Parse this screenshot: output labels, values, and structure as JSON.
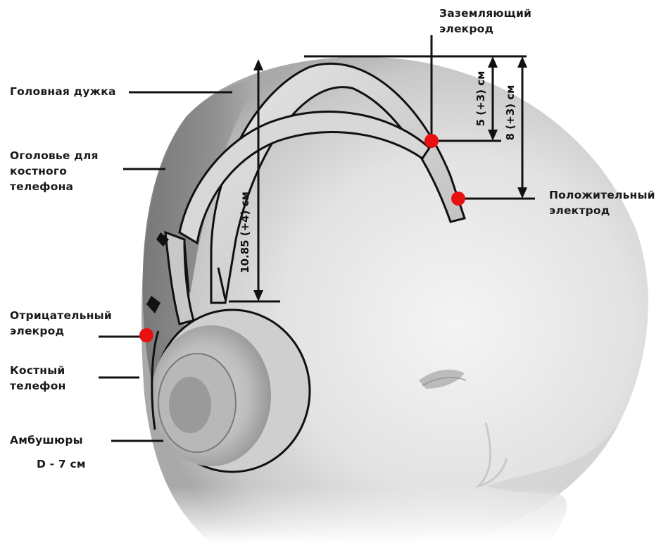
{
  "labels": {
    "headband": "Головная дужка",
    "bone_headset": "Оголовье для\nкостного\nтелефона",
    "negative_electrode": "Отрицательный\nэлекрод",
    "bone_phone": "Костный\nтелефон",
    "ear_cushions": "Амбушюры",
    "diameter": "D - 7 см",
    "ground_electrode": "Заземляющий\nэлекрод",
    "positive_electrode": "Положительный\nэлектрод"
  },
  "dimensions": {
    "band_height": "10.85 (+4) см",
    "ground_offset": "5 (+3) см",
    "positive_offset": "8 (+3) см"
  },
  "colors": {
    "electrode": "#e81010",
    "line": "#111111"
  }
}
